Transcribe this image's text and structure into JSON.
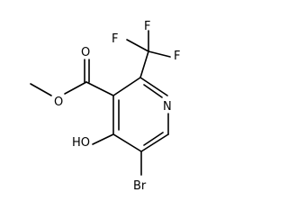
{
  "diagram": {
    "atom_labels": {
      "f_top": "F",
      "f_left": "F",
      "f_right": "F",
      "ester_o_double": "O",
      "ester_o_single": "O",
      "ring_n": "N",
      "hydroxyl": "HO",
      "bromine": "Br"
    }
  }
}
